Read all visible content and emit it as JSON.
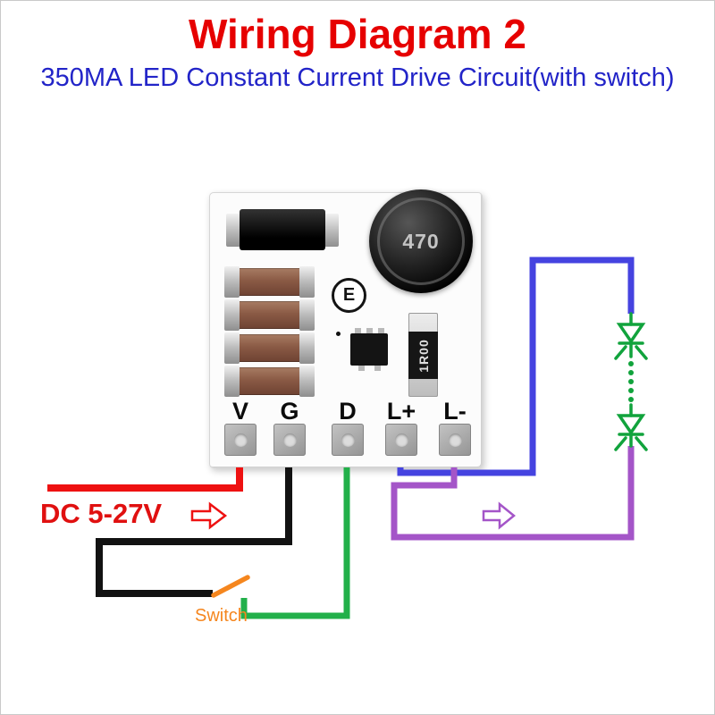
{
  "title": "Wiring Diagram 2",
  "subtitle": "350MA LED Constant Current Drive Circuit(with switch)",
  "board": {
    "inductor_label": "470",
    "resistor_label": "1R00",
    "logo": "E",
    "pins": [
      "V",
      "G",
      "D",
      "L+",
      "L-"
    ]
  },
  "labels": {
    "input": "DC 5-27V",
    "switch": "Switch"
  },
  "colors": {
    "title_red": "#e60000",
    "subtitle_blue": "#2224c8",
    "wire_red": "#ee1111",
    "wire_black": "#121212",
    "wire_green": "#22b04a",
    "wire_blue": "#4543e0",
    "wire_purple": "#a455c8",
    "switch_orange": "#f5861e",
    "led_green": "#11a33c"
  }
}
